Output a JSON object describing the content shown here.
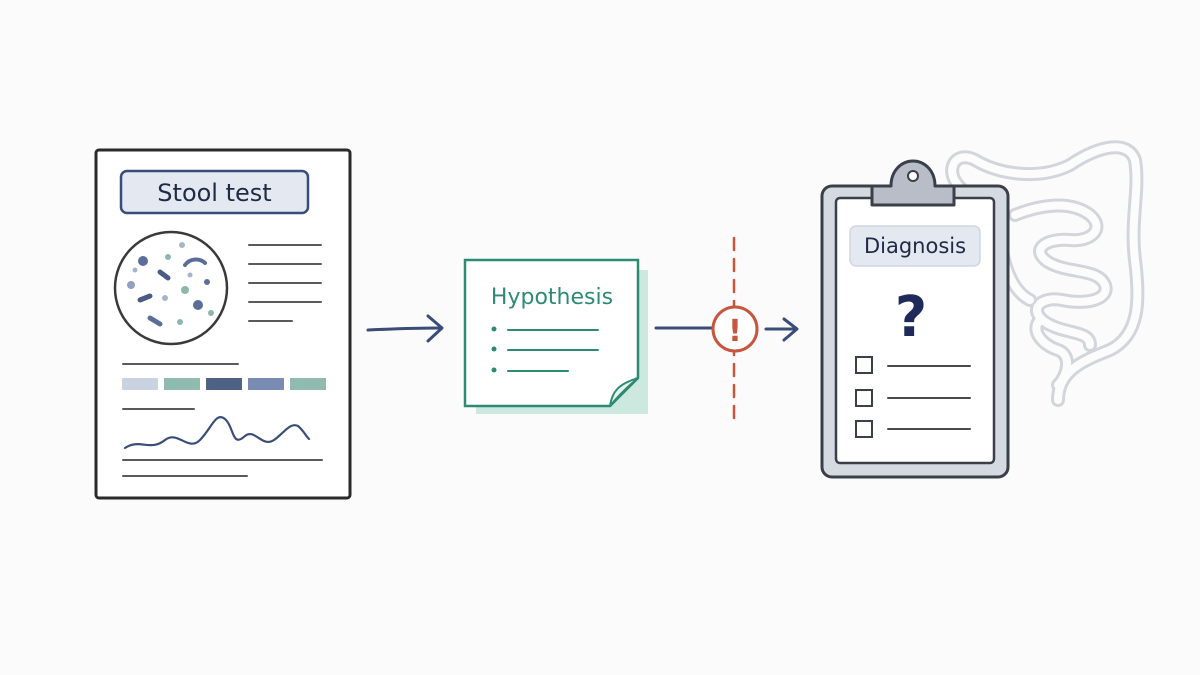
{
  "stages": [
    {
      "id": "stool-test",
      "label": "Stool test"
    },
    {
      "id": "hypothesis",
      "label": "Hypothesis"
    },
    {
      "id": "diagnosis",
      "label": "Diagnosis",
      "glyph": "?"
    }
  ],
  "warning": {
    "glyph": "!"
  },
  "icons": [
    "microscope-dish-icon",
    "bar-swatch-icon",
    "waveform-icon",
    "sticky-note-icon",
    "warning-icon",
    "clipboard-icon",
    "checkbox-icon",
    "intestine-icon",
    "arrow-right-icon"
  ],
  "colors": {
    "ink": "#2a2a2a",
    "navy": "#3a4d78",
    "label_fill": "#e3e8f1",
    "teal": "#2e8a73",
    "teal_shadow": "#cde9df",
    "alert": "#c8553d",
    "clipboard_frame": "#a9aebb",
    "intestine": "#d2d6dc"
  }
}
